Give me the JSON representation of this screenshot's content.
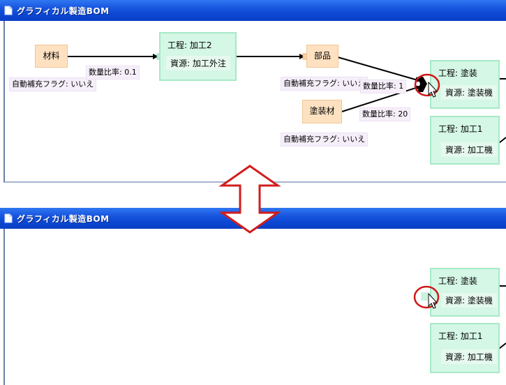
{
  "window": {
    "title": "グラフィカル製造BOM"
  },
  "top_view": {
    "materials": [
      {
        "name": "材料"
      },
      {
        "name": "部品"
      },
      {
        "name": "塗装材"
      }
    ],
    "processes": [
      {
        "label": "工程: 加工2",
        "resource": "資源: 加工外注"
      },
      {
        "label": "工程: 塗装",
        "resource": "資源: 塗装機"
      },
      {
        "label": "工程: 加工1",
        "resource": "資源: 加工機"
      }
    ],
    "flags": [
      {
        "text": "自動補充フラグ: いいえ"
      },
      {
        "text": "自動補充フラグ: いいえ"
      },
      {
        "text": "自動補充フラグ: いいえ"
      }
    ],
    "ratios": [
      {
        "text": "数量比率: 0.1"
      },
      {
        "text": "数量比率: 1"
      },
      {
        "text": "数量比率: 20"
      }
    ]
  },
  "bottom_view": {
    "processes": [
      {
        "label": "工程: 塗装",
        "resource": "資源: 塗装機"
      },
      {
        "label": "工程: 加工1",
        "resource": "資源: 加工機"
      }
    ]
  },
  "colors": {
    "titlebar": "#0b46d2",
    "material_fill": "#fde1c1",
    "process_fill": "#d4f7e6",
    "label_fill": "#f6effa",
    "highlight": "#d01818"
  }
}
